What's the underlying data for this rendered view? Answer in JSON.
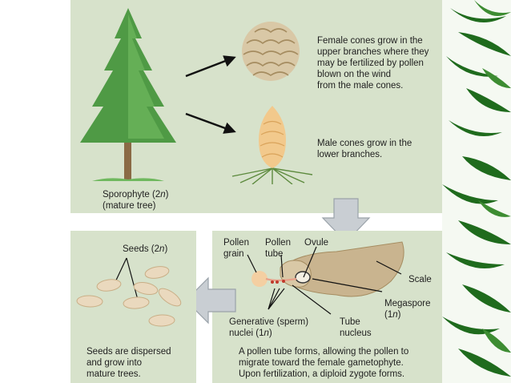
{
  "panels": {
    "top": {
      "female_caption": "Female cones grow in the\nupper branches where they\nmay be fertilized by pollen\nblown on the wind\nfrom the male cones.",
      "male_caption": "Male cones grow in the\nlower branches.",
      "sporophyte_label_a": "Sporophyte (2",
      "sporophyte_label_n": "n",
      "sporophyte_label_b": ")",
      "sporophyte_label_line2": "(mature tree)"
    },
    "middle": {
      "pollen_grain_label": "Pollen\ngrain",
      "pollen_tube_label": "Pollen\ntube",
      "ovule_label": "Ovule",
      "scale_label": "Scale",
      "megaspore_label_line1": "Megaspore",
      "megaspore_label_a": "(1",
      "megaspore_label_n": "n",
      "megaspore_label_b": ")",
      "generative_label_line1": "Generative (sperm)",
      "generative_label_a": "nuclei (1",
      "generative_label_n": "n",
      "generative_label_b": ")",
      "tube_nucleus_label": "Tube\nnucleus",
      "caption": "A pollen tube forms, allowing the pollen to\nmigrate toward the female gametophyte.\nUpon fertilization, a diploid zygote forms."
    },
    "left": {
      "seeds_label_a": "Seeds (2",
      "seeds_label_n": "n",
      "seeds_label_b": ")",
      "caption": "Seeds are dispersed\nand grow into\nmature trees."
    }
  },
  "colors": {
    "panel_bg": "#d7e2cb",
    "tree_green": "#4f9a45",
    "cone_female": "#d9c8a6",
    "cone_male": "#f2c98c",
    "seed": "#ead9be",
    "scale": "#c9b48f",
    "bamboo": "#1f6b1d"
  }
}
